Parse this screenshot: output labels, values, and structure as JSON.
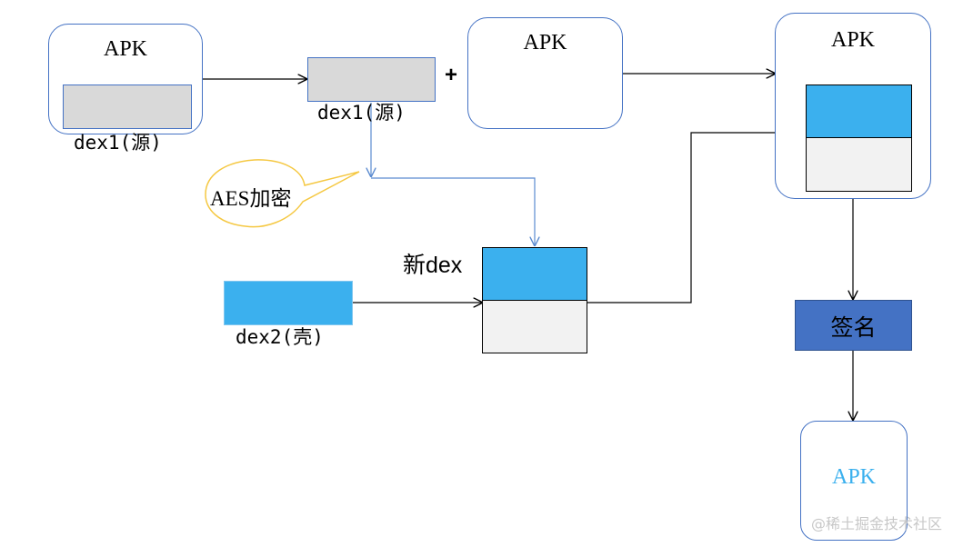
{
  "boxes": {
    "apk1_title": "APK",
    "apk2_title": "APK",
    "apk3_title": "APK",
    "apk4_title": "APK"
  },
  "labels": {
    "dex1_in_apk": "dex1(源)",
    "dex1_extracted": "dex1(源)",
    "plus": "+",
    "aes": "AES加密",
    "new_dex": "新dex",
    "dex2": "dex2(壳)",
    "sign": "签名"
  },
  "watermark": "@稀土掘金技术社区",
  "colors": {
    "blue_fill": "#3bb0ee",
    "light_fill": "#f2f2f2",
    "gray_fill": "#d9d9d9",
    "sign_fill": "#4472c4",
    "border": "#4472c4",
    "callout_border": "#f5c842",
    "apk4_title": "#3bb0ee"
  }
}
